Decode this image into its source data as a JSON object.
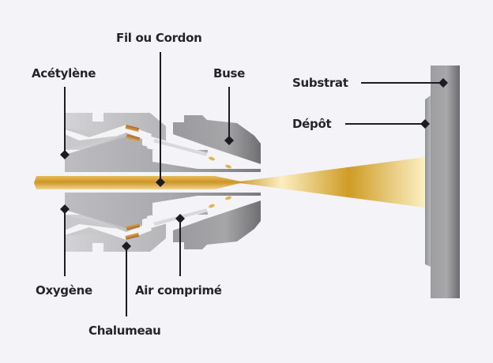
{
  "title": "Projection thermique à la flamme (fil ou cordon)",
  "labels": {
    "fil": "Fil ou Cordon",
    "acetylene": "Acétylène",
    "buse": "Buse",
    "substrat": "Substrat",
    "depot": "Dépôt",
    "oxygene": "Oxygène",
    "air": "Air comprimé",
    "chalumeau": "Chalumeau"
  },
  "colors": {
    "background": "#f3f3f8",
    "text": "#24242a",
    "leader": "#1c1c22",
    "metal_light": "#c4c4c6",
    "metal_dark": "#7b7b7e",
    "wire_gold": "#d4a231",
    "flame_gold": "#c99a2a",
    "copper": "#b9772e"
  }
}
